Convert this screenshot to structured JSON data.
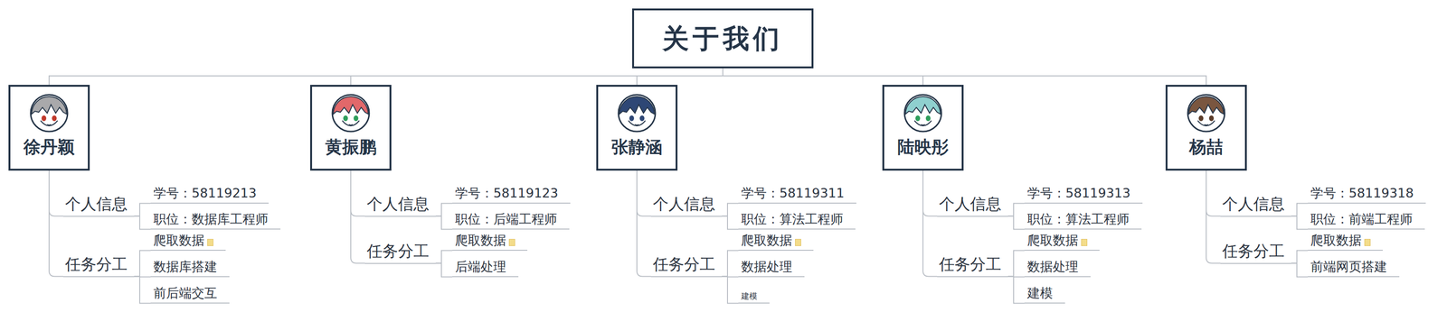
{
  "diagram": {
    "nodes": [
      {
        "text": [
          "关于我们"
        ]
      },
      {
        "text": [
          "徐丹颖"
        ]
      },
      {
        "text": [
          "个人信息"
        ]
      },
      {
        "text": [
          "学号：58119213"
        ]
      },
      {
        "text": [
          "职位：数据库工程师"
        ]
      },
      {
        "text": [
          "任务分工"
        ]
      },
      {
        "text": [
          "爬取数据"
        ]
      },
      {
        "text": [
          "数据库搭建"
        ]
      },
      {
        "text": [
          "前后端交互"
        ]
      },
      {
        "text": [
          "黄振鹏"
        ]
      },
      {
        "text": [
          "个人信息"
        ]
      },
      {
        "text": [
          "学号：58119123"
        ]
      },
      {
        "text": [
          "职位：后端工程师"
        ]
      },
      {
        "text": [
          "任务分工"
        ]
      },
      {
        "text": [
          "爬取数据"
        ]
      },
      {
        "text": [
          "后端处理"
        ]
      },
      {
        "text": [
          "张静涵"
        ]
      },
      {
        "text": [
          "个人信息"
        ]
      },
      {
        "text": [
          "学号：58119311"
        ]
      },
      {
        "text": [
          "职位：算法工程师"
        ]
      },
      {
        "text": [
          "任务分工"
        ]
      },
      {
        "text": [
          "爬取数据"
        ]
      },
      {
        "text": [
          "数据处理"
        ]
      },
      {
        "text": [
          "建模"
        ]
      },
      {
        "text": [
          "陆映彤"
        ]
      },
      {
        "text": [
          "个人信息"
        ]
      },
      {
        "text": [
          "学号：58119313"
        ]
      },
      {
        "text": [
          "职位：算法工程师"
        ]
      },
      {
        "text": [
          "任务分工"
        ]
      },
      {
        "text": [
          "爬取数据"
        ]
      },
      {
        "text": [
          "数据处理"
        ]
      },
      {
        "text": [
          "建模"
        ]
      },
      {
        "text": [
          "杨喆"
        ]
      },
      {
        "text": [
          "个人信息"
        ]
      },
      {
        "text": [
          "学号：58119318"
        ]
      },
      {
        "text": [
          "职位：前端工程师"
        ]
      },
      {
        "text": [
          "任务分工"
        ]
      },
      {
        "text": [
          "爬取数据"
        ]
      },
      {
        "text": [
          "前端网页搭建"
        ]
      }
    ],
    "edges": [
      {
        "from": 0,
        "to": 1,
        "arrow": "none"
      },
      {
        "from": 0,
        "to": 9,
        "arrow": "none"
      },
      {
        "from": 0,
        "to": 16,
        "arrow": "none"
      },
      {
        "from": 0,
        "to": 24,
        "arrow": "none"
      },
      {
        "from": 0,
        "to": 32,
        "arrow": "none"
      },
      {
        "from": 1,
        "to": 2,
        "arrow": "none"
      },
      {
        "from": 1,
        "to": 5,
        "arrow": "none"
      },
      {
        "from": 2,
        "to": 3,
        "arrow": "none"
      },
      {
        "from": 2,
        "to": 4,
        "arrow": "none"
      },
      {
        "from": 5,
        "to": 6,
        "arrow": "none"
      },
      {
        "from": 5,
        "to": 7,
        "arrow": "none"
      },
      {
        "from": 5,
        "to": 8,
        "arrow": "none"
      },
      {
        "from": 9,
        "to": 10,
        "arrow": "none"
      },
      {
        "from": 9,
        "to": 13,
        "arrow": "none"
      },
      {
        "from": 10,
        "to": 11,
        "arrow": "none"
      },
      {
        "from": 10,
        "to": 12,
        "arrow": "none"
      },
      {
        "from": 13,
        "to": 14,
        "arrow": "none"
      },
      {
        "from": 13,
        "to": 15,
        "arrow": "none"
      },
      {
        "from": 16,
        "to": 17,
        "arrow": "none"
      },
      {
        "from": 16,
        "to": 20,
        "arrow": "none"
      },
      {
        "from": 17,
        "to": 18,
        "arrow": "none"
      },
      {
        "from": 17,
        "to": 19,
        "arrow": "none"
      },
      {
        "from": 20,
        "to": 21,
        "arrow": "none"
      },
      {
        "from": 20,
        "to": 22,
        "arrow": "none"
      },
      {
        "from": 20,
        "to": 23,
        "arrow": "none"
      },
      {
        "from": 24,
        "to": 25,
        "arrow": "none"
      },
      {
        "from": 24,
        "to": 28,
        "arrow": "none"
      },
      {
        "from": 25,
        "to": 26,
        "arrow": "none"
      },
      {
        "from": 25,
        "to": 27,
        "arrow": "none"
      },
      {
        "from": 28,
        "to": 29,
        "arrow": "none"
      },
      {
        "from": 28,
        "to": 30,
        "arrow": "none"
      },
      {
        "from": 28,
        "to": 31,
        "arrow": "none"
      },
      {
        "from": 32,
        "to": 33,
        "arrow": "none"
      },
      {
        "from": 32,
        "to": 36,
        "arrow": "none"
      },
      {
        "from": 33,
        "to": 34,
        "arrow": "none"
      },
      {
        "from": 33,
        "to": 35,
        "arrow": "none"
      },
      {
        "from": 36,
        "to": 37,
        "arrow": "none"
      },
      {
        "from": 36,
        "to": 38,
        "arrow": "none"
      }
    ]
  }
}
